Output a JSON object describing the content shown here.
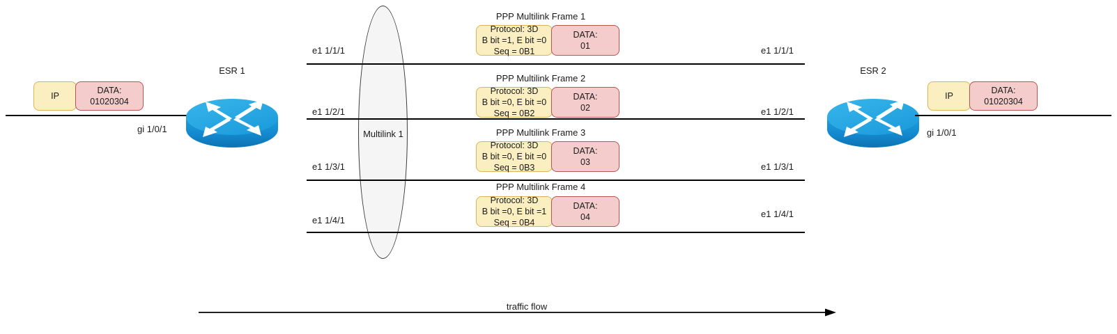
{
  "diagram": {
    "title_hidden": "",
    "traffic_flow_label": "traffic flow",
    "multilink_label": "Multilink 1"
  },
  "left_node": {
    "name": "ESR 1",
    "access_interface": "gi 1/0/1",
    "packet": {
      "header_label": "IP",
      "payload_label": "DATA:",
      "payload_value": "01020304"
    }
  },
  "right_node": {
    "name": "ESR 2",
    "access_interface": "gi 1/0/1",
    "packet": {
      "header_label": "IP",
      "payload_label": "DATA:",
      "payload_value": "01020304"
    }
  },
  "links": [
    {
      "left_interface": "e1 1/1/1",
      "right_interface": "e1 1/1/1",
      "frame_title": "PPP Multilink Frame 1",
      "header_line1": "Protocol: 3D",
      "header_line2": "B bit =1, E bit =0",
      "header_line3": "Seq = 0B1",
      "data_label": "DATA:",
      "data_value": "01"
    },
    {
      "left_interface": "e1 1/2/1",
      "right_interface": "e1 1/2/1",
      "frame_title": "PPP Multilink Frame 2",
      "header_line1": "Protocol: 3D",
      "header_line2": "B bit =0, E bit =0",
      "header_line3": "Seq = 0B2",
      "data_label": "DATA:",
      "data_value": "02"
    },
    {
      "left_interface": "e1 1/3/1",
      "right_interface": "e1 1/3/1",
      "frame_title": "PPP Multilink Frame 3",
      "header_line1": "Protocol: 3D",
      "header_line2": "B bit =0, E bit =0",
      "header_line3": "Seq = 0B3",
      "data_label": "DATA:",
      "data_value": "03"
    },
    {
      "left_interface": "e1 1/4/1",
      "right_interface": "e1 1/4/1",
      "frame_title": "PPP Multilink Frame 4",
      "header_line1": "Protocol: 3D",
      "header_line2": "B bit =0, E bit =1",
      "header_line3": "Seq = 0B4",
      "data_label": "DATA:",
      "data_value": "04"
    }
  ],
  "colors": {
    "header_fill": "#fbeec1",
    "header_stroke": "#d6b656",
    "data_fill": "#f4cccc",
    "data_stroke": "#b85450",
    "router_blue": "#1f9ede",
    "router_blue_dark": "#0f7fc0",
    "line": "#000000",
    "ellipse_fill": "#f5f5f5"
  }
}
